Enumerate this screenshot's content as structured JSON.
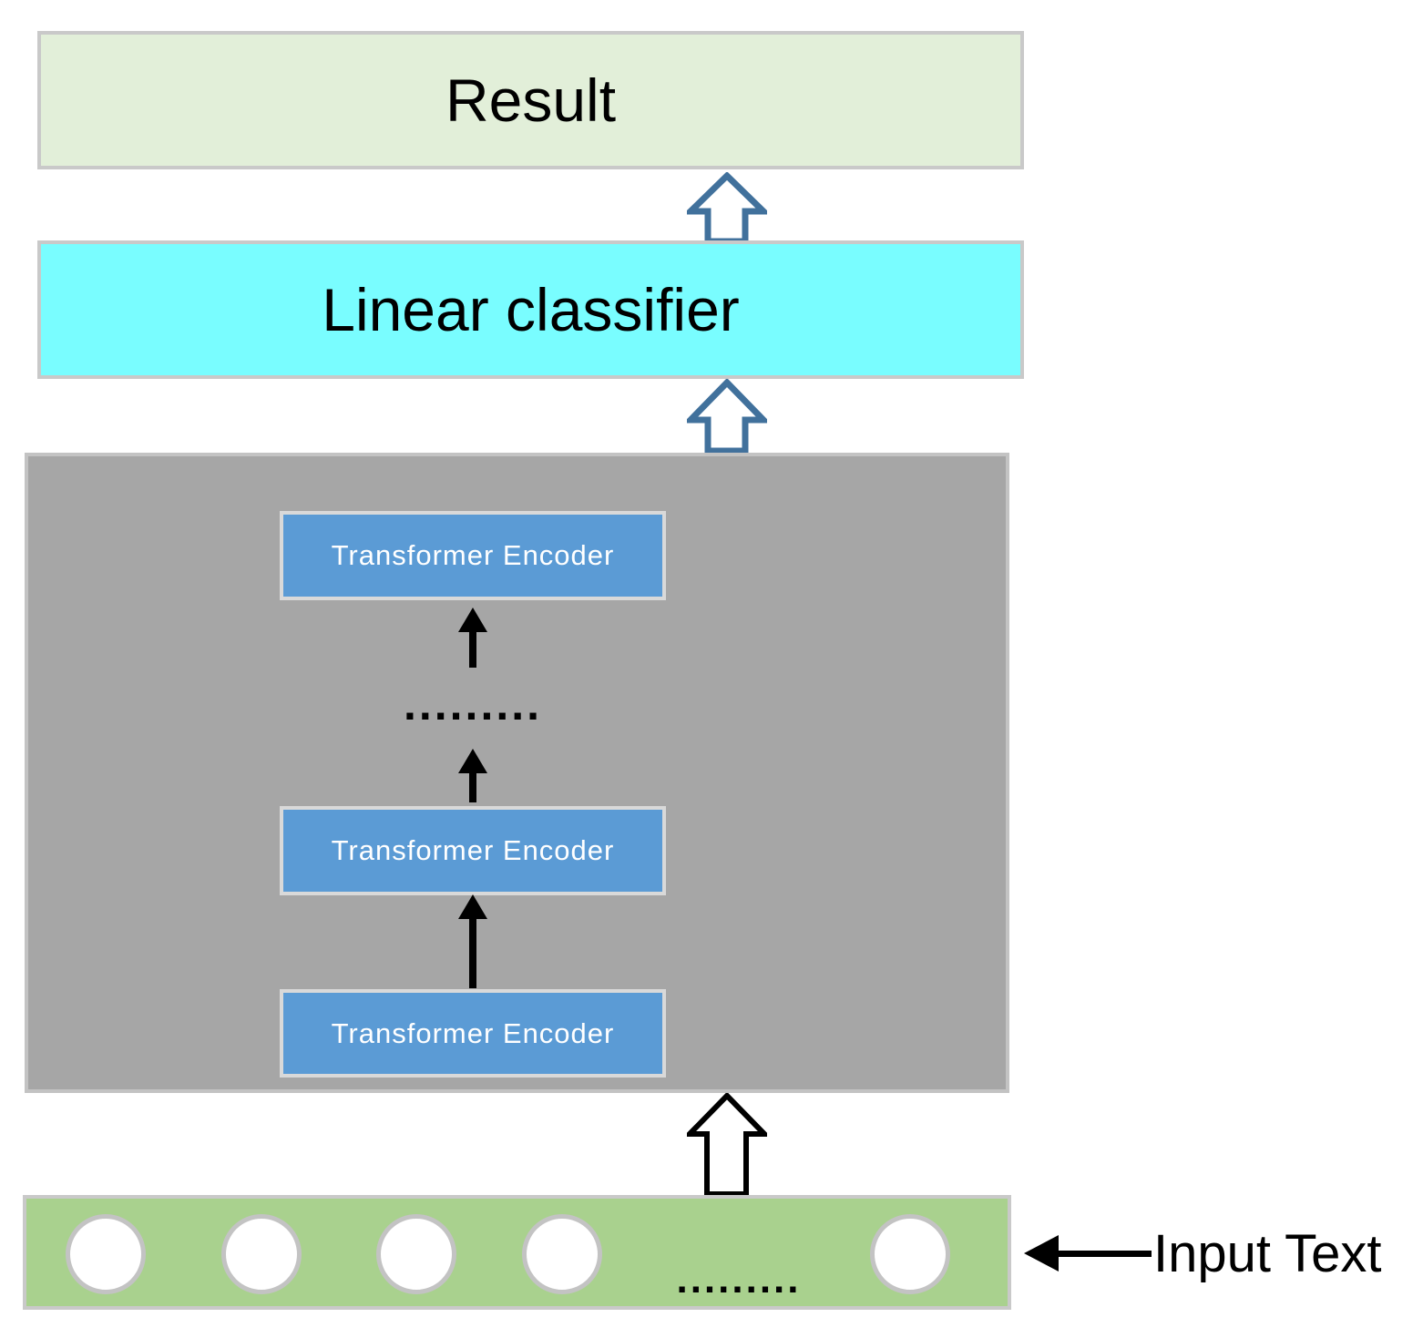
{
  "colors": {
    "result_fill": "#e2efd9",
    "classifier_fill": "#79fdff",
    "panel_fill": "#a6a6a6",
    "encoder_fill": "#5b9bd5",
    "encoder_text": "#ffffff",
    "input_fill": "#a9d18e",
    "box_border": "#c9c9c9",
    "arrow_outline": "#41719c",
    "arrow_black": "#000000"
  },
  "result": {
    "label": "Result"
  },
  "classifier": {
    "label": "Linear classifier"
  },
  "encoder_stack": {
    "encoders": [
      {
        "label": "Transformer Encoder"
      },
      {
        "label": "Transformer Encoder"
      },
      {
        "label": "Transformer Encoder"
      }
    ],
    "dots": "........."
  },
  "input_bar": {
    "dots": ".........",
    "label": "Input Text"
  }
}
